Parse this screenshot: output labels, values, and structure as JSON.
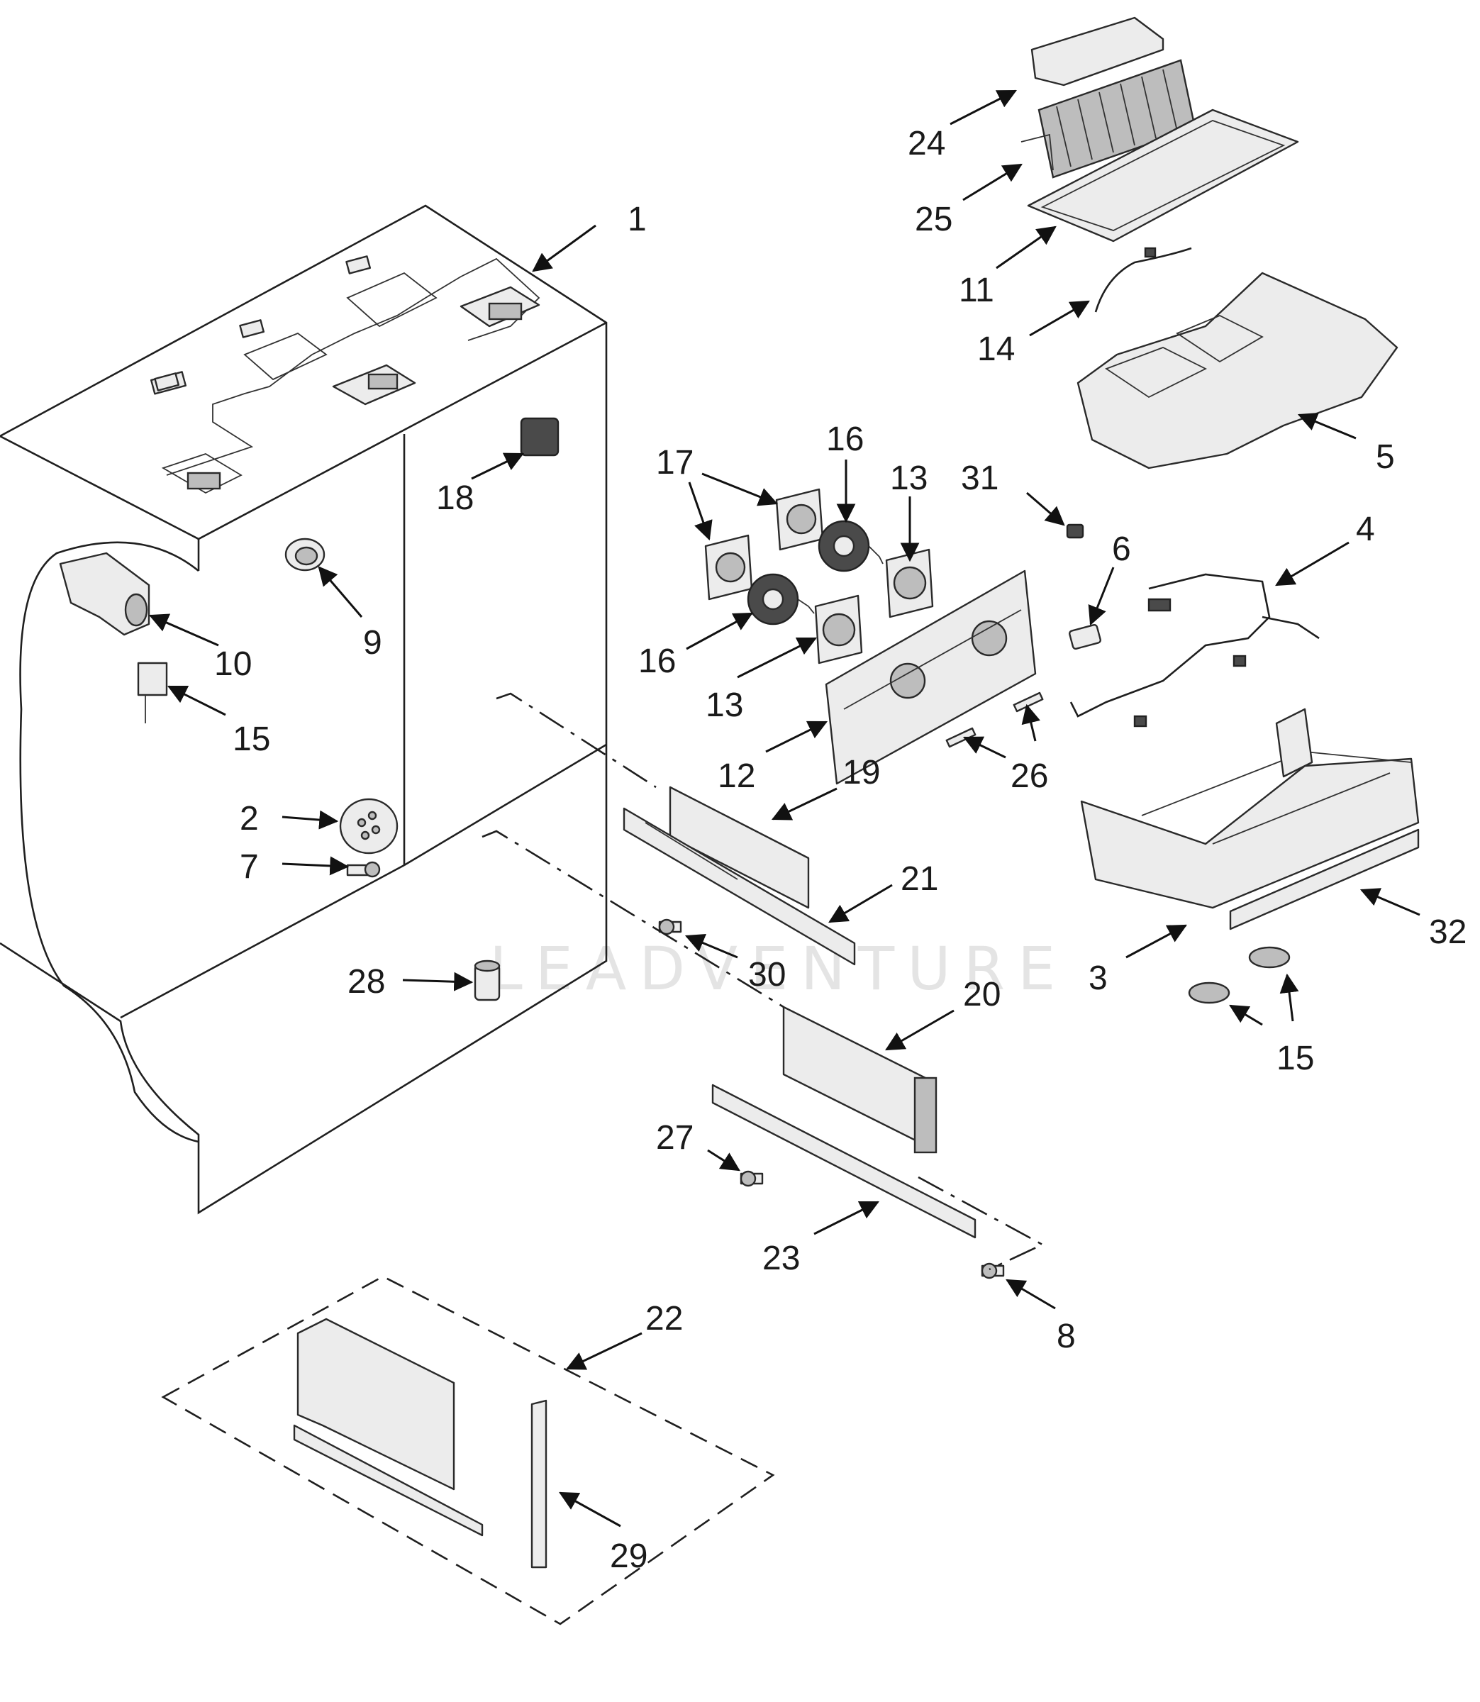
{
  "watermark": "LEADVENTURE",
  "callouts": {
    "c1": "1",
    "c2": "2",
    "c3": "3",
    "c4": "4",
    "c5": "5",
    "c6": "6",
    "c7": "7",
    "c8": "8",
    "c9": "9",
    "c10": "10",
    "c11": "11",
    "c12": "12",
    "c13a": "13",
    "c13b": "13",
    "c14": "14",
    "c15a": "15",
    "c15b": "15",
    "c16a": "16",
    "c16b": "16",
    "c17": "17",
    "c18": "18",
    "c19": "19",
    "c20": "20",
    "c21": "21",
    "c22": "22",
    "c23": "23",
    "c24": "24",
    "c25": "25",
    "c26": "26",
    "c27": "27",
    "c28": "28",
    "c29": "29",
    "c30": "30",
    "c31": "31",
    "c32": "32"
  }
}
